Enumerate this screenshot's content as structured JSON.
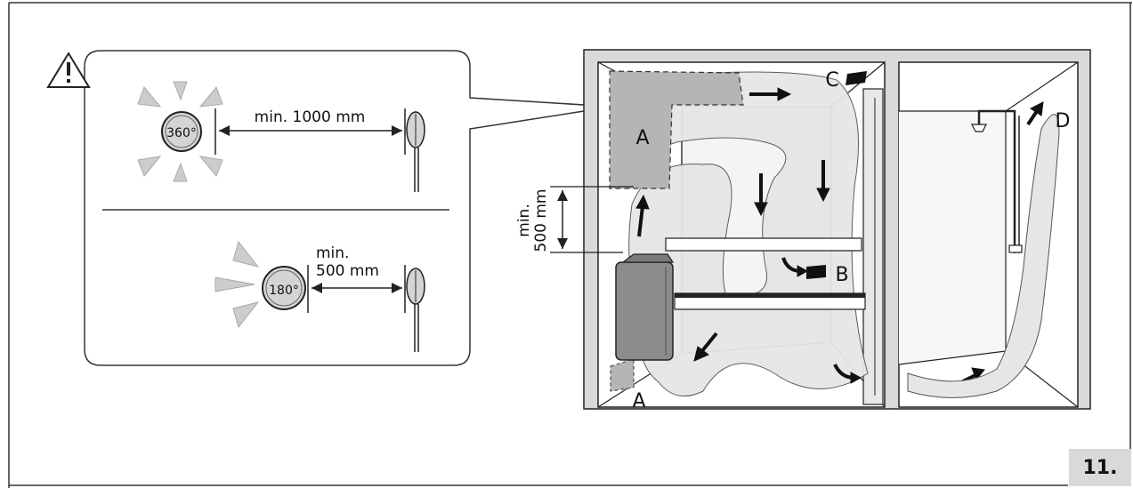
{
  "figure": {
    "number": "11.",
    "callout": {
      "clearance_360": {
        "angle": "360°",
        "distance": "min. 1000 mm"
      },
      "clearance_180": {
        "angle": "180°",
        "distance_line1": "min.",
        "distance_line2": "500 mm"
      }
    },
    "sauna": {
      "vertical_clearance_line1": "min.",
      "vertical_clearance_line2": "500 mm",
      "label_a_top": "A",
      "label_a_bottom": "A",
      "label_b": "B",
      "label_c": "C",
      "label_d": "D"
    },
    "icons": [
      "warning-icon",
      "heater-icon",
      "airflow-arrow-icon",
      "shower-icon",
      "sensor-icon"
    ],
    "colors": {
      "line": "#222222",
      "light_fill": "#e6e6e6",
      "dark_fill": "#8c8c8c",
      "wall_fill": "#d9d9d9"
    }
  }
}
